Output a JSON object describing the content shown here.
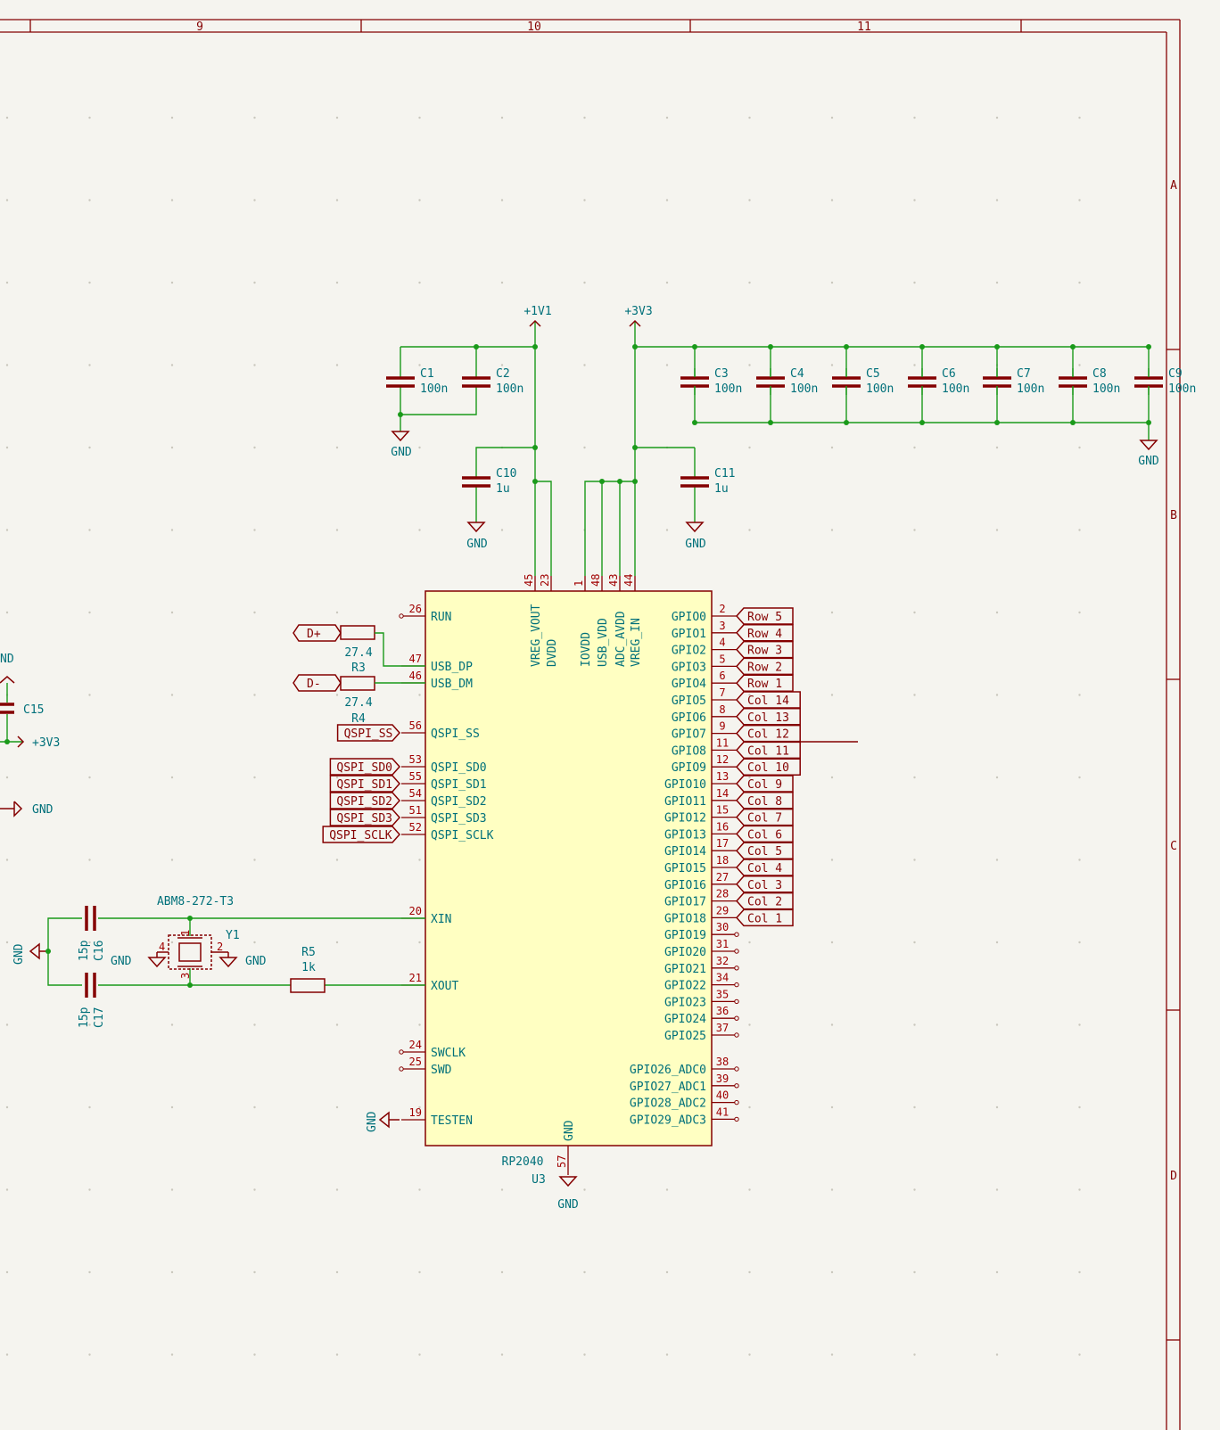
{
  "frame": {
    "columns": [
      "9",
      "10",
      "11"
    ],
    "rows": [
      "A",
      "B",
      "C",
      "D"
    ]
  },
  "power": {
    "v11": "+1V1",
    "v33": "+3V3",
    "gnd": "GND",
    "v33_left": "+3V3",
    "gnd_left_partial": "ND"
  },
  "caps": [
    {
      "ref": "C1",
      "value": "100n"
    },
    {
      "ref": "C2",
      "value": "100n"
    },
    {
      "ref": "C3",
      "value": "100n"
    },
    {
      "ref": "C4",
      "value": "100n"
    },
    {
      "ref": "C5",
      "value": "100n"
    },
    {
      "ref": "C6",
      "value": "100n"
    },
    {
      "ref": "C7",
      "value": "100n"
    },
    {
      "ref": "C8",
      "value": "100n"
    },
    {
      "ref": "C9",
      "value": "100n"
    },
    {
      "ref": "C10",
      "value": "1u"
    },
    {
      "ref": "C11",
      "value": "1u"
    },
    {
      "ref": "C15",
      "value": ""
    },
    {
      "ref": "C16",
      "value": "15p"
    },
    {
      "ref": "C17",
      "value": "15p"
    }
  ],
  "resistors": [
    {
      "ref": "R3",
      "value": "27.4"
    },
    {
      "ref": "R4",
      "value": "27.4"
    },
    {
      "ref": "R5",
      "value": "1k"
    }
  ],
  "crystal": {
    "ref": "Y1",
    "part": "ABM8-272-T3",
    "pins": [
      "1",
      "2",
      "3",
      "4"
    ]
  },
  "ic": {
    "ref": "U3",
    "part": "RP2040"
  },
  "top_pins": [
    {
      "num": "45",
      "name": "VREG_VOUT"
    },
    {
      "num": "23",
      "name": "DVDD"
    },
    {
      "num": "1",
      "name": "IOVDD"
    },
    {
      "num": "48",
      "name": "USB_VDD"
    },
    {
      "num": "43",
      "name": "ADC_AVDD"
    },
    {
      "num": "44",
      "name": "VREG_IN"
    }
  ],
  "bottom_pin": {
    "num": "57",
    "name": "GND"
  },
  "left_pins": [
    {
      "num": "26",
      "name": "RUN",
      "label": ""
    },
    {
      "num": "47",
      "name": "USB_DP",
      "label": "D+"
    },
    {
      "num": "46",
      "name": "USB_DM",
      "label": "D-"
    },
    {
      "num": "56",
      "name": "QSPI_SS",
      "label": "QSPI_SS"
    },
    {
      "num": "53",
      "name": "QSPI_SD0",
      "label": "QSPI_SD0"
    },
    {
      "num": "55",
      "name": "QSPI_SD1",
      "label": "QSPI_SD1"
    },
    {
      "num": "54",
      "name": "QSPI_SD2",
      "label": "QSPI_SD2"
    },
    {
      "num": "51",
      "name": "QSPI_SD3",
      "label": "QSPI_SD3"
    },
    {
      "num": "52",
      "name": "QSPI_SCLK",
      "label": "QSPI_SCLK"
    },
    {
      "num": "20",
      "name": "XIN",
      "label": ""
    },
    {
      "num": "21",
      "name": "XOUT",
      "label": ""
    },
    {
      "num": "24",
      "name": "SWCLK",
      "label": ""
    },
    {
      "num": "25",
      "name": "SWD",
      "label": ""
    },
    {
      "num": "19",
      "name": "TESTEN",
      "label": ""
    }
  ],
  "right_pins": [
    {
      "num": "2",
      "name": "GPIO0",
      "label": "Row 5"
    },
    {
      "num": "3",
      "name": "GPIO1",
      "label": "Row 4"
    },
    {
      "num": "4",
      "name": "GPIO2",
      "label": "Row 3"
    },
    {
      "num": "5",
      "name": "GPIO3",
      "label": "Row 2"
    },
    {
      "num": "6",
      "name": "GPIO4",
      "label": "Row 1"
    },
    {
      "num": "7",
      "name": "GPIO5",
      "label": "Col 14"
    },
    {
      "num": "8",
      "name": "GPIO6",
      "label": "Col 13"
    },
    {
      "num": "9",
      "name": "GPIO7",
      "label": "Col 12"
    },
    {
      "num": "11",
      "name": "GPIO8",
      "label": "Col 11"
    },
    {
      "num": "12",
      "name": "GPIO9",
      "label": "Col 10"
    },
    {
      "num": "13",
      "name": "GPIO10",
      "label": "Col 9"
    },
    {
      "num": "14",
      "name": "GPIO11",
      "label": "Col 8"
    },
    {
      "num": "15",
      "name": "GPIO12",
      "label": "Col 7"
    },
    {
      "num": "16",
      "name": "GPIO13",
      "label": "Col 6"
    },
    {
      "num": "17",
      "name": "GPIO14",
      "label": "Col 5"
    },
    {
      "num": "18",
      "name": "GPIO15",
      "label": "Col 4"
    },
    {
      "num": "27",
      "name": "GPIO16",
      "label": "Col 3"
    },
    {
      "num": "28",
      "name": "GPIO17",
      "label": "Col 2"
    },
    {
      "num": "29",
      "name": "GPIO18",
      "label": "Col 1"
    },
    {
      "num": "30",
      "name": "GPIO19",
      "label": ""
    },
    {
      "num": "31",
      "name": "GPIO20",
      "label": ""
    },
    {
      "num": "32",
      "name": "GPIO21",
      "label": ""
    },
    {
      "num": "34",
      "name": "GPIO22",
      "label": ""
    },
    {
      "num": "35",
      "name": "GPIO23",
      "label": ""
    },
    {
      "num": "36",
      "name": "GPIO24",
      "label": ""
    },
    {
      "num": "37",
      "name": "GPIO25",
      "label": ""
    },
    {
      "num": "38",
      "name": "GPIO26_ADC0",
      "label": ""
    },
    {
      "num": "39",
      "name": "GPIO27_ADC1",
      "label": ""
    },
    {
      "num": "40",
      "name": "GPIO28_ADC2",
      "label": ""
    },
    {
      "num": "41",
      "name": "GPIO29_ADC3",
      "label": ""
    }
  ]
}
